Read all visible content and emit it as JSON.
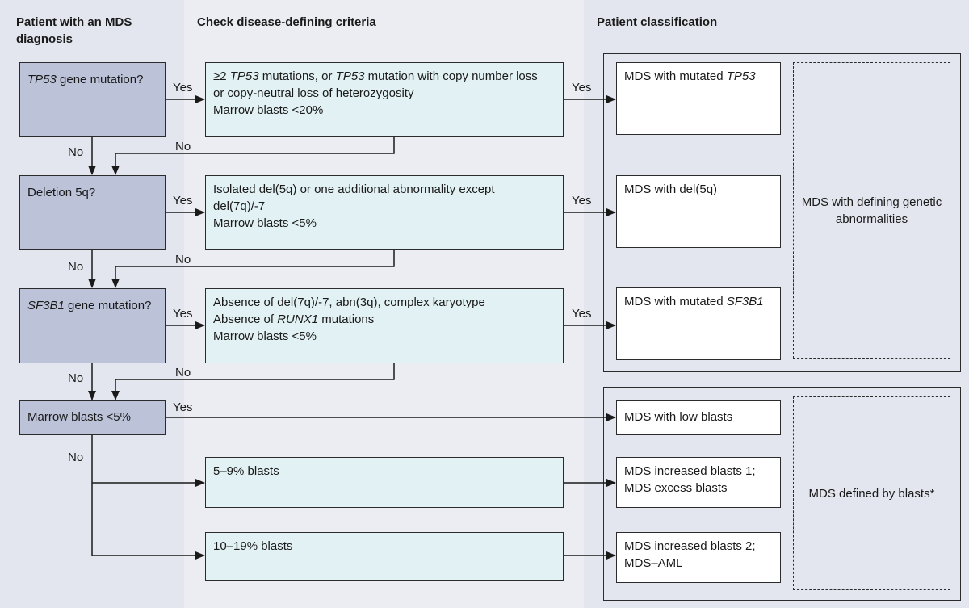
{
  "headers": {
    "left": "Patient with an MDS diagnosis",
    "middle": "Check disease-defining criteria",
    "right": "Patient classification"
  },
  "questions": {
    "tp53": {
      "gene": "TP53",
      "rest": " gene mutation?"
    },
    "del5q": "Deletion 5q?",
    "sf3b1": {
      "gene": "SF3B1",
      "rest": " gene mutation?"
    },
    "blasts": "Marrow blasts <5%"
  },
  "criteria": {
    "tp53": {
      "l1a": "≥2 ",
      "l1b": "TP53",
      "l1c": " mutations, or ",
      "l1d": "TP53",
      "l1e": " mutation with copy number loss",
      "l2": "or copy-neutral loss of heterozygosity",
      "l3": "Marrow blasts <20%"
    },
    "del5q": {
      "l1": "Isolated del(5q) or one  additional abnormality except",
      "l2": "del(7q)/-7",
      "l3": "Marrow blasts <5%"
    },
    "sf3b1": {
      "l1": "Absence of del(7q)/-7, abn(3q), complex karyotype",
      "l2a": "Absence of ",
      "l2b": "RUNX1",
      "l2c": " mutations",
      "l3": "Marrow blasts <5%"
    },
    "blasts_5_9": "5–9% blasts",
    "blasts_10_19": "10–19% blasts"
  },
  "outcomes": {
    "tp53": {
      "text": "MDS with mutated ",
      "gene": "TP53"
    },
    "del5q": "MDS with del(5q)",
    "sf3b1": {
      "text": "MDS with mutated ",
      "gene": "SF3B1"
    },
    "low_blasts": "MDS with low blasts",
    "ib1": {
      "l1": "MDS increased blasts 1;",
      "l2": "MDS excess blasts"
    },
    "ib2": {
      "l1": "MDS increased blasts 2;",
      "l2": "MDS–AML"
    }
  },
  "groups": {
    "genetic": "MDS with defining genetic abnormalities",
    "blasts": "MDS defined by blasts*"
  },
  "labels": {
    "yes": "Yes",
    "no": "No"
  }
}
